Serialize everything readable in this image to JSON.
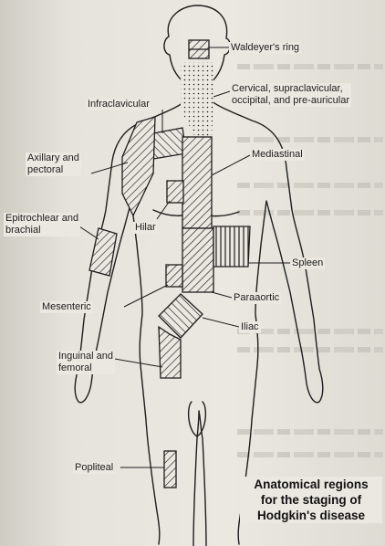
{
  "labels": {
    "waldeyers_ring": "Waldeyer's ring",
    "cervical_line1": "Cervical, supraclavicular,",
    "cervical_line2": "occipital, and pre-auricular",
    "infraclavicular": "Infraclavicular",
    "axillary_line1": "Axillary and",
    "axillary_line2": "pectoral",
    "mediastinal": "Mediastinal",
    "epitrochlear_line1": "Epitrochlear and",
    "epitrochlear_line2": "brachial",
    "hilar": "Hilar",
    "spleen": "Spleen",
    "mesenteric": "Mesenteric",
    "paraaortic": "Paraaortic",
    "iliac": "Iliac",
    "inguinal_line1": "Inguinal and",
    "inguinal_line2": "femoral",
    "popliteal": "Popliteal"
  },
  "caption": {
    "line1": "Anatomical regions",
    "line2": "for the staging of",
    "line3": "Hodgkin's disease"
  },
  "colors": {
    "ink": "#1d1d1d",
    "paper": "#ebe8e1"
  }
}
